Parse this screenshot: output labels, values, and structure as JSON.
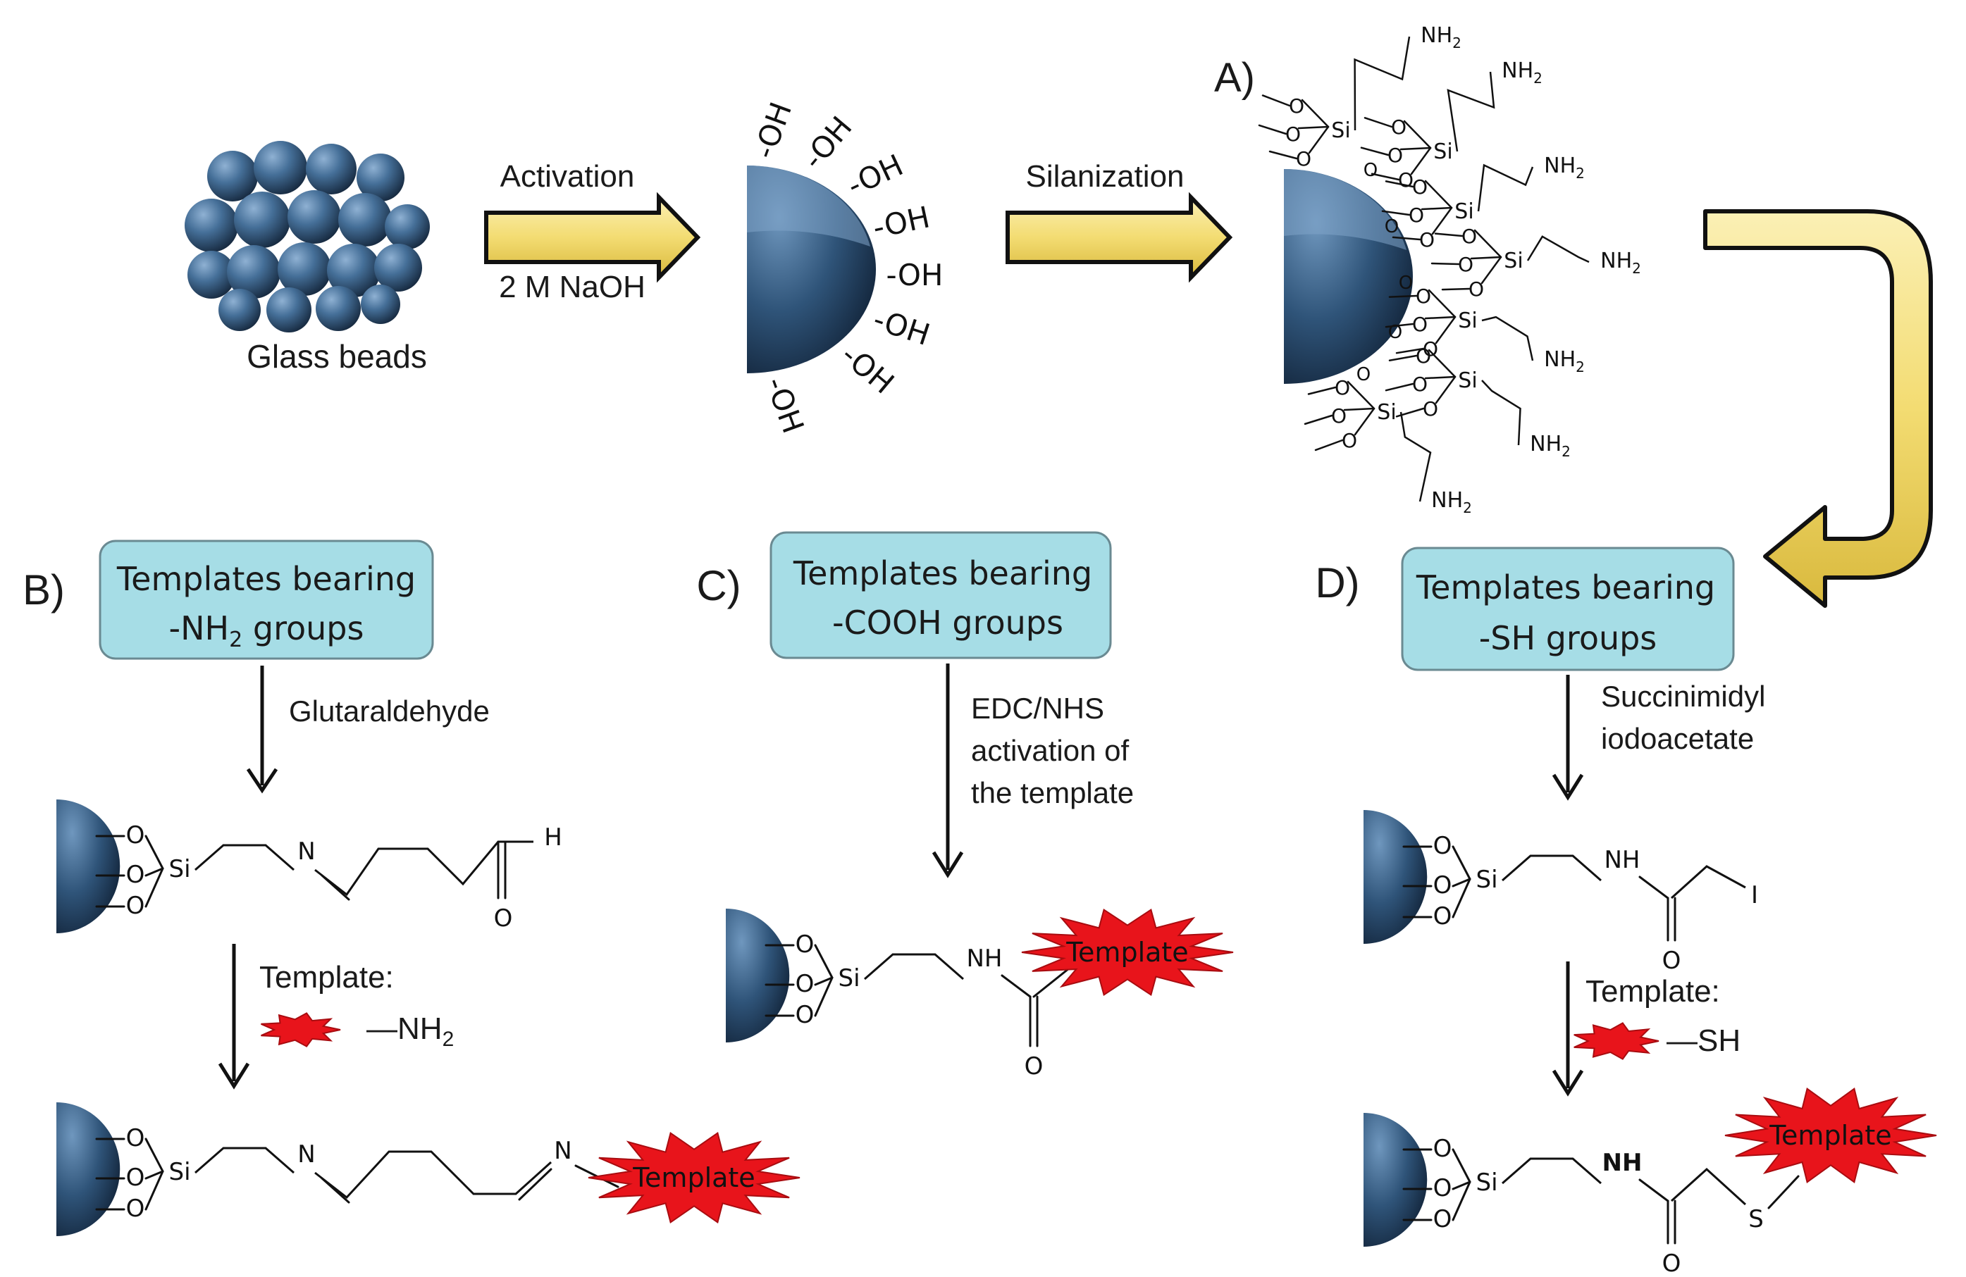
{
  "top": {
    "glass_beads_label": "Glass beads",
    "activation_label": "Activation",
    "activation_reagent": "2 M NaOH",
    "silanization_label": "Silanization",
    "panel_a_label": "A)",
    "oh_label": "-OH",
    "amine_label": "NH",
    "amine_sub": "2",
    "si_label": "Si",
    "o_label": "O"
  },
  "panel_b": {
    "label": "B)",
    "box_line1": "Templates bearing",
    "box_line2_pre": "-NH",
    "box_line2_sub": "2",
    "box_line2_post": " groups",
    "reagent": "Glutaraldehyde",
    "template_prompt": "Template:",
    "template_group": "NH",
    "template_group_sub": "2",
    "template_text": "Template",
    "aldehyde_h": "H",
    "n_label": "N"
  },
  "panel_c": {
    "label": "C)",
    "box_line1": "Templates bearing",
    "box_line2": "-COOH groups",
    "reagent_line1": "EDC/NHS",
    "reagent_line2": "activation of",
    "reagent_line3": "the template",
    "nh_label": "NH",
    "template_text": "Template"
  },
  "panel_d": {
    "label": "D)",
    "box_line1": "Templates bearing",
    "box_line2": "-SH groups",
    "reagent_line1": "Succinimidyl",
    "reagent_line2": "iodoacetate",
    "template_prompt": "Template:",
    "template_group": "SH",
    "nh_label": "NH",
    "i_label": "I",
    "s_label": "S",
    "template_text": "Template"
  },
  "colors": {
    "bead_dark": "#1d3550",
    "bead_light": "#5b86ad",
    "box_fill": "#a6dde6",
    "box_stroke": "#6a8a92",
    "arrow_fill": "#f7e48a",
    "template_red": "#e8141b"
  }
}
